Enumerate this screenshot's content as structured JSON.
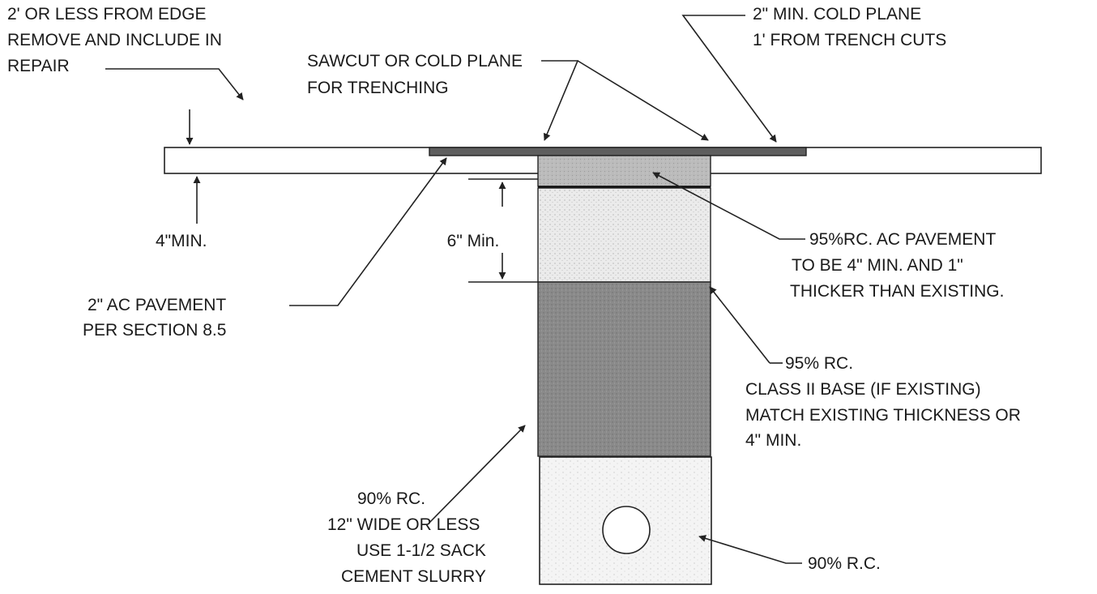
{
  "labels": {
    "edge_note": [
      "2' OR LESS FROM EDGE",
      "REMOVE AND INCLUDE IN",
      "REPAIR"
    ],
    "cold_plane_note": [
      "2\" MIN. COLD PLANE",
      "1' FROM TRENCH CUTS"
    ],
    "sawcut_note": [
      "SAWCUT OR COLD PLANE",
      "FOR TRENCHING"
    ],
    "existing_thickness": "4\"MIN.",
    "base_depth": "6\" Min.",
    "ac_pavement_note": [
      "2\" AC PAVEMENT",
      "PER SECTION 8.5"
    ],
    "trench_ac_note": [
      "95%RC. AC PAVEMENT",
      "TO BE 4\" MIN. AND 1\"",
      "THICKER THAN EXISTING."
    ],
    "base_note": [
      "95% RC.",
      "CLASS II BASE (IF EXISTING)",
      "MATCH EXISTING THICKNESS OR",
      "4\" MIN."
    ],
    "backfill_note": [
      "90% RC.",
      "12\" WIDE OR LESS",
      "USE 1-1/2 SACK",
      "CEMENT SLURRY"
    ],
    "bedding_note": "90% R.C."
  },
  "colors": {
    "cold_plane_overlay": "#5e5e5e",
    "trench_ac": "#b9b9b9",
    "class_ii_base": "#e9e9e9",
    "backfill": "#8a8a8a",
    "bedding": "#f1f1f1",
    "line": "#222222"
  }
}
